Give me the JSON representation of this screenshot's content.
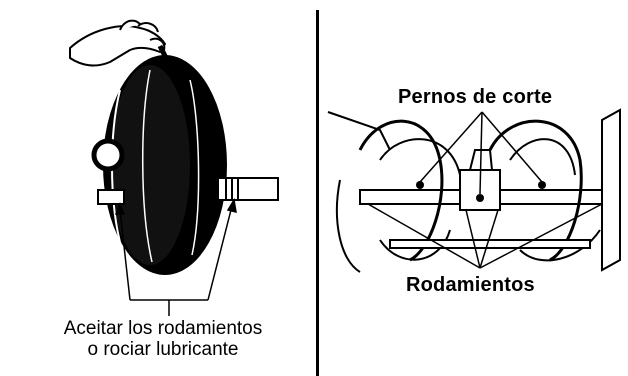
{
  "left": {
    "caption_line1": "Aceitar los rodamientos",
    "caption_line2": "o rociar lubricante"
  },
  "right": {
    "label_top": "Pernos de corte",
    "label_bottom": "Rodamientos"
  }
}
